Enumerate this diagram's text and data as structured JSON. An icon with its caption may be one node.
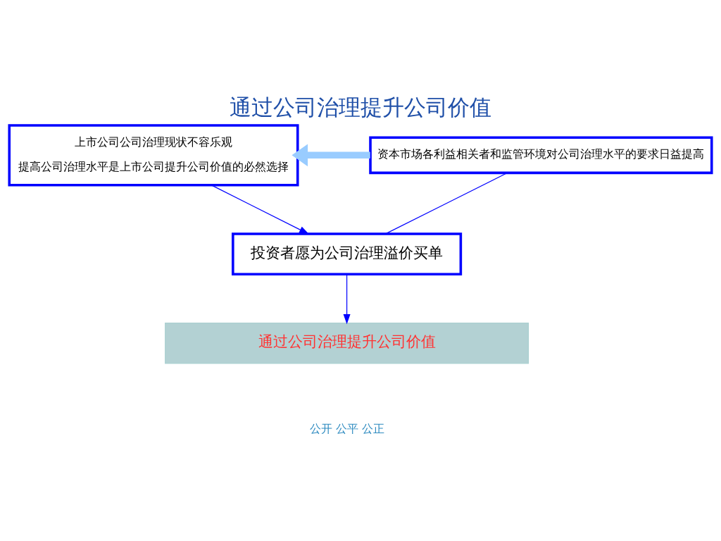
{
  "diagram": {
    "title": "通过公司治理提升公司价值",
    "nodes": [
      {
        "text": [
          "上市公司公司治理现状不容乐观",
          "提高公司治理水平是上市公司提升公司价值的必然选择"
        ]
      },
      {
        "text": [
          "资本市场各利益相关者和监管环境对公司治理水平的要求日益提高"
        ]
      },
      {
        "text": [
          "投资者愿为公司治理溢价买单"
        ]
      },
      {
        "text": [
          "通过公司治理提升公司价值"
        ]
      }
    ],
    "edges": [
      {
        "from": 1,
        "to": 0,
        "arrow": "to",
        "style": "thick",
        "color": "#99ccff"
      },
      {
        "from": 0,
        "to": 2,
        "arrow": "to"
      },
      {
        "from": 1,
        "to": 2,
        "arrow": "none"
      },
      {
        "from": 2,
        "to": 3,
        "arrow": "to"
      }
    ],
    "labels": [
      "公开 公平 公正"
    ]
  }
}
